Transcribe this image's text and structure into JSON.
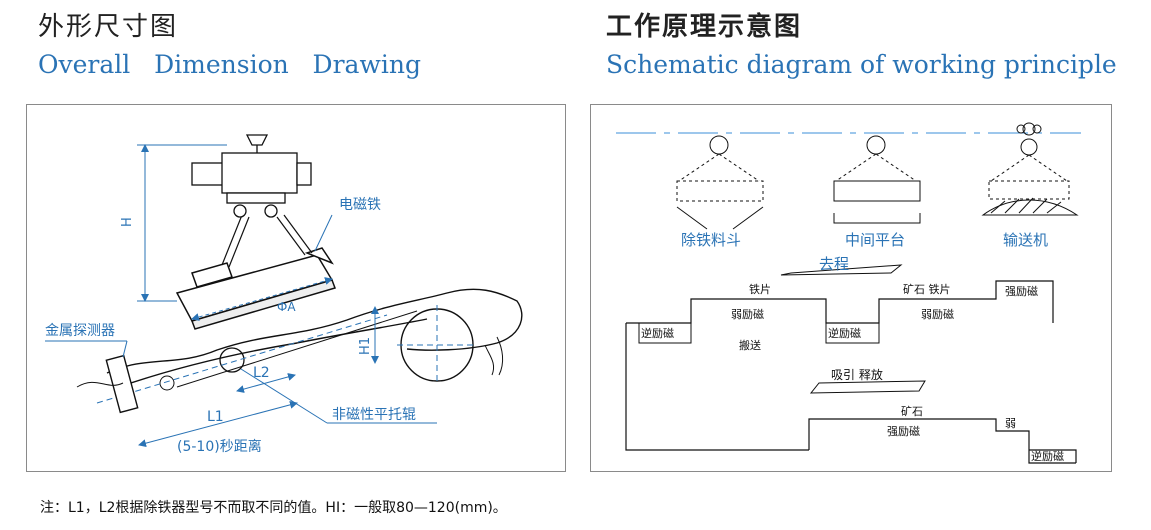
{
  "left": {
    "title_cn": "外形尺寸图",
    "title_en": "Overall   Dimension   Drawing",
    "labels": {
      "magnet": "电磁铁",
      "detector": "金属探测器",
      "roller": "非磁性平托辊",
      "H": "H",
      "H1": "H1",
      "phiA": "ФA",
      "L1": "L1",
      "L2": "L2",
      "delay": "(5-10)秒距离"
    }
  },
  "right": {
    "title_cn": "工作原理示意图",
    "title_en": "Schematic diagram of working principle",
    "positions": [
      "除铁料斗",
      "中间平台",
      "输送机"
    ],
    "process_label": "去程",
    "return_label": "吸引  释放",
    "upper_waveform": {
      "iron_chip_1": "铁片",
      "ore_iron": "矿石  铁片",
      "strong_1": "强励磁",
      "weak_1": "弱励磁",
      "reverse_1": "逆励磁",
      "carry": "搬送",
      "reverse_2": "逆励磁",
      "weak_2": "弱励磁"
    },
    "lower_waveform": {
      "ore": "矿石",
      "strong": "强励磁",
      "weak": "弱",
      "reverse": "逆励磁"
    }
  },
  "note": "注：L1，L2根据除铁器型号不而取不同的值。HI：一般取80—120(mm)。",
  "colors": {
    "accent": "#2a73b5",
    "line": "#111111",
    "dash": "#3b8fd8"
  }
}
